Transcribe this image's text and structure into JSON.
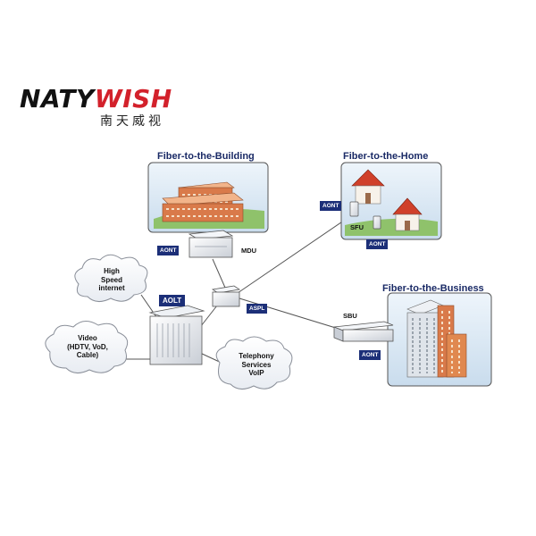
{
  "brand": {
    "name_part1": "NATY",
    "name_part2": "WISH",
    "name_chinese": "南天威视"
  },
  "diagram": {
    "sections": {
      "building": "Fiber-to-the-Building",
      "home": "Fiber-to-the-Home",
      "business": "Fiber-to-the-Business"
    },
    "devices": {
      "aolt": "AOLT",
      "aspl": "ASPL",
      "mdu": "MDU",
      "sfu": "SFU",
      "sbu": "SBU",
      "aont_building": "AONT",
      "aont_home_left": "AONT",
      "aont_home_right": "AONT",
      "aont_business": "AONT"
    },
    "services": {
      "internet": "High\nSpeed\ninternet",
      "video": "Video\n(HDTV, VoD,\nCable)",
      "telephony": "Telephony\nServices\nVoIP"
    }
  },
  "colors": {
    "brand_red": "#d3212b",
    "label_navy": "#1c2f78",
    "panel_bg": "#dbe8f4",
    "roof_red": "#d0402a",
    "brick": "#d97a4a"
  }
}
